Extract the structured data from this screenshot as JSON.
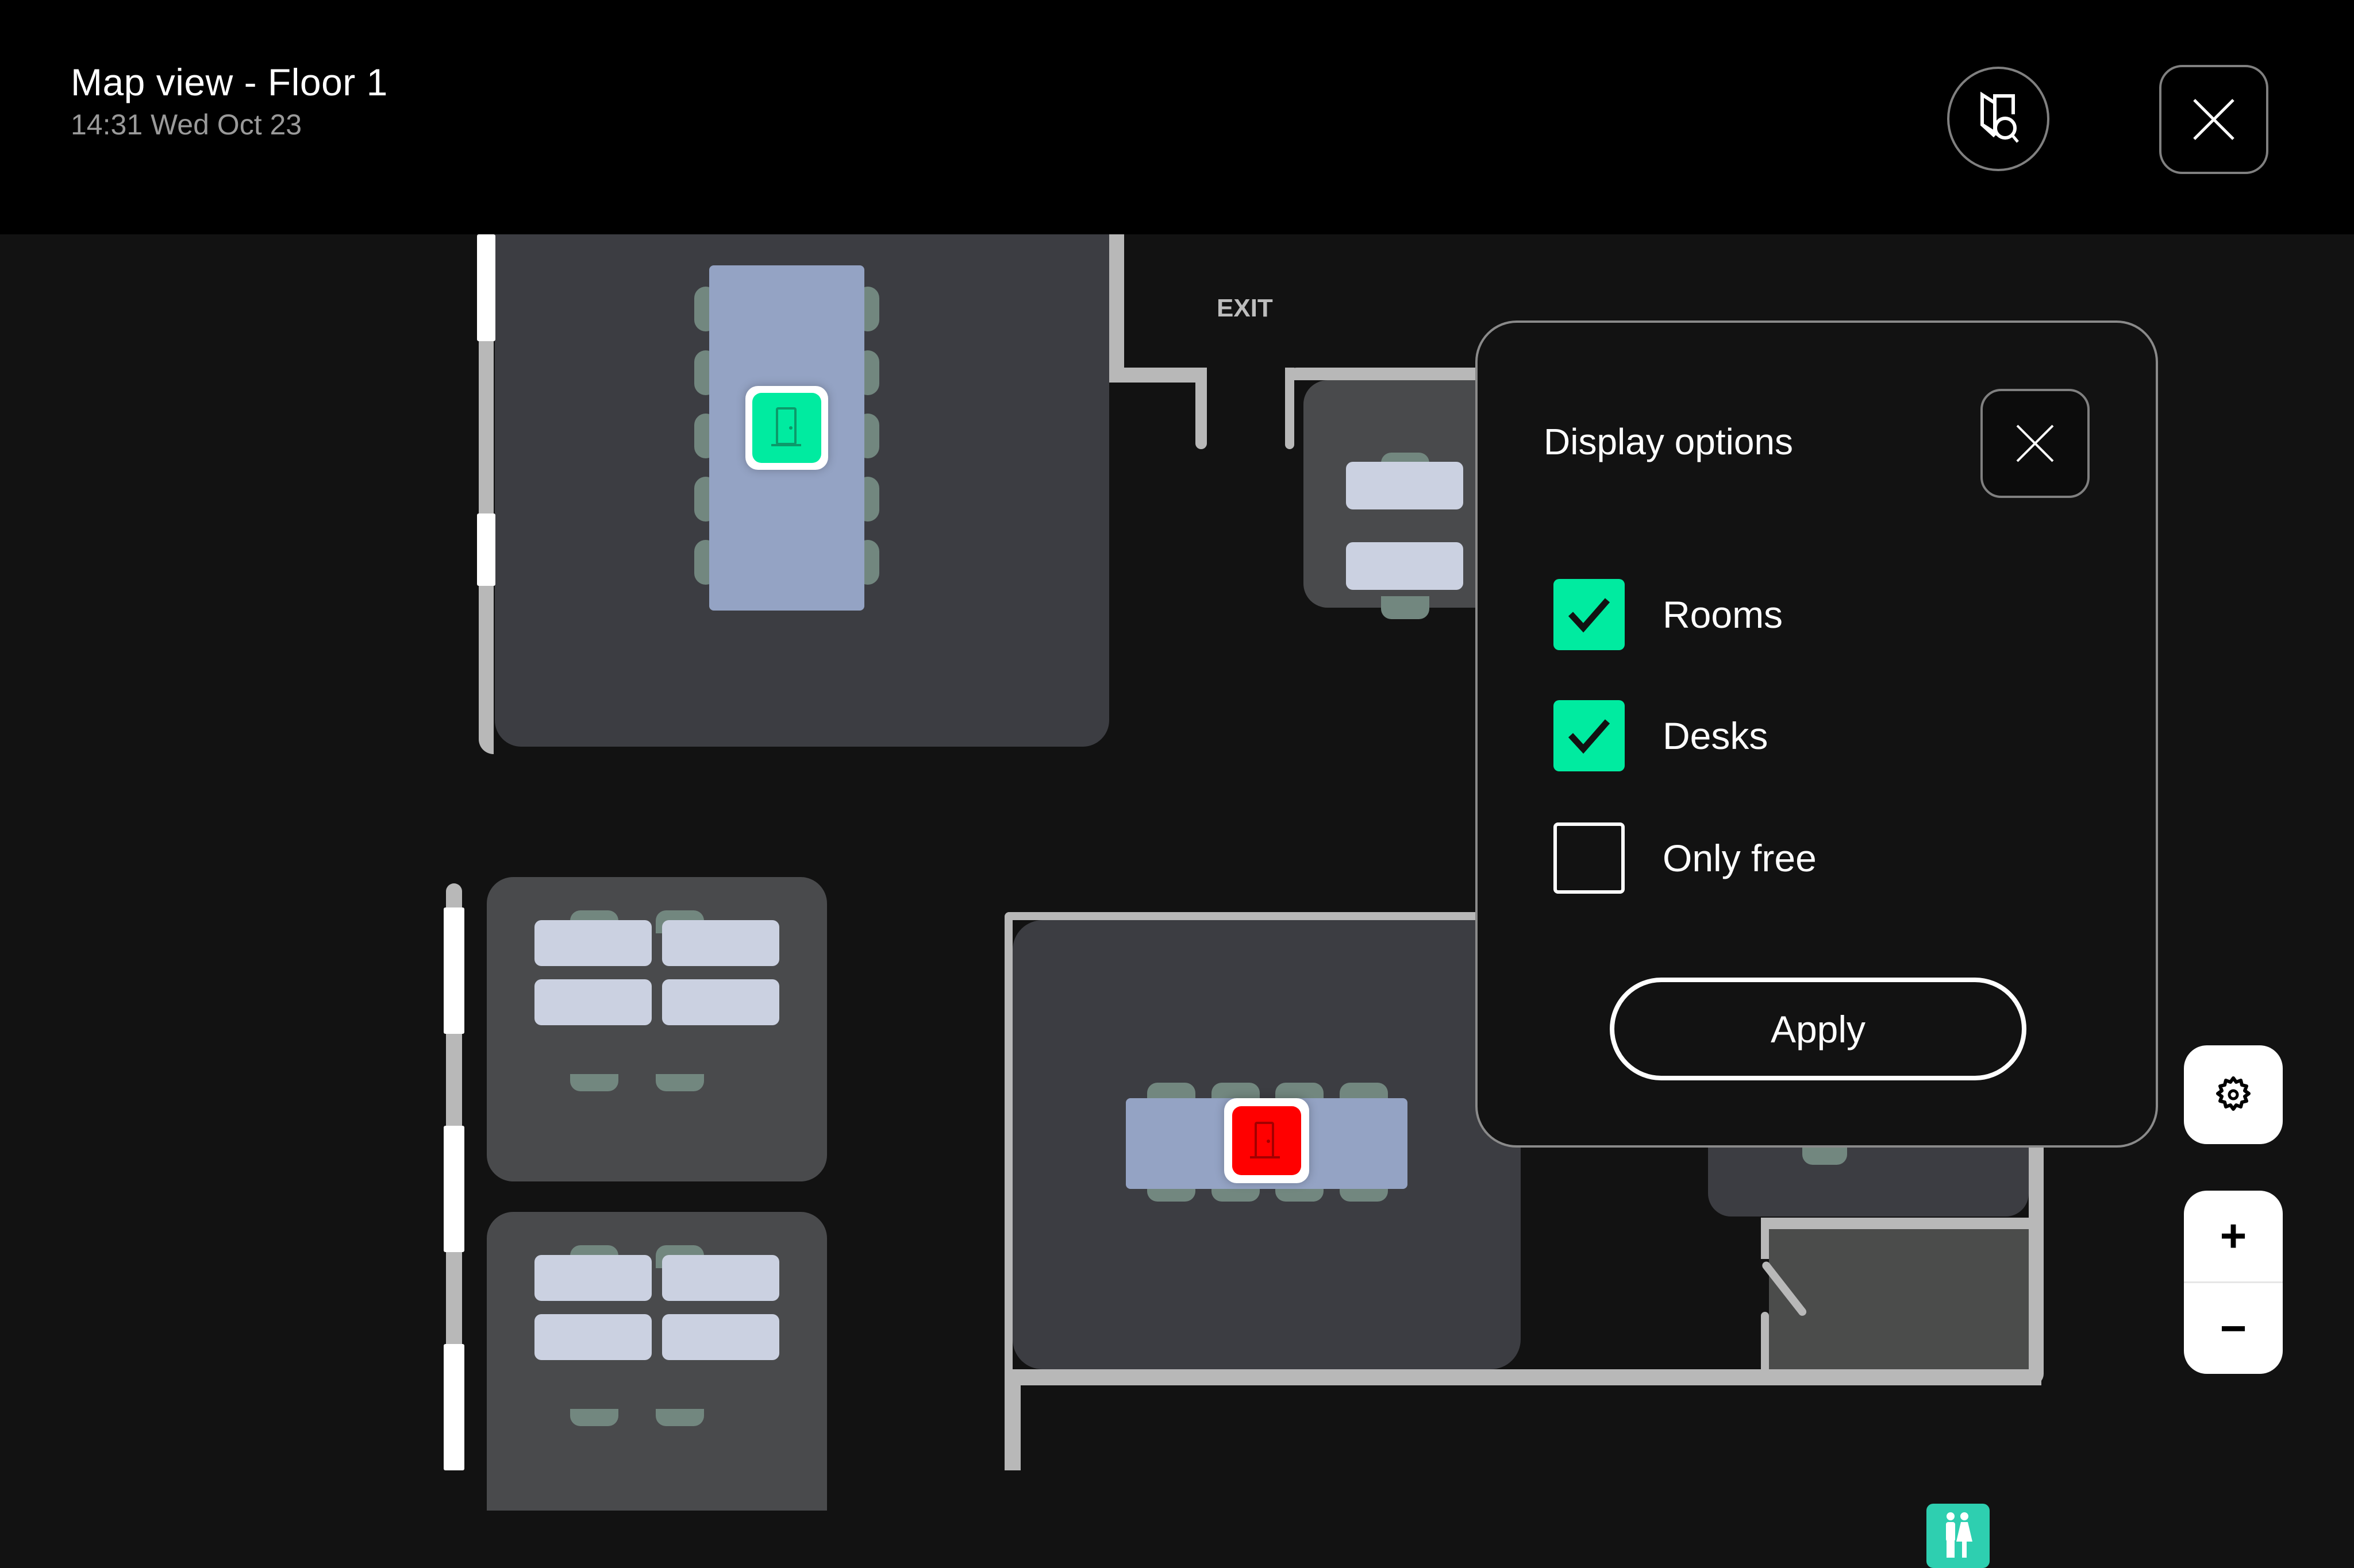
{
  "header": {
    "title": "Map view - Floor 1",
    "subtitle": "14:31 Wed Oct 23",
    "floor_search_icon": "door-search-icon",
    "close_icon": "close-icon"
  },
  "map": {
    "exit_label": "EXIT",
    "rooms": [
      {
        "name": "meeting-room-top",
        "status": "free",
        "status_color": "#00eba0",
        "icon": "door-icon"
      },
      {
        "name": "meeting-room-bottom",
        "status": "busy",
        "status_color": "#ff0000",
        "icon": "door-icon"
      }
    ],
    "restroom_icon": "restroom-icon",
    "colors": {
      "background": "#121212",
      "room_fill": "#3c3d42",
      "desk_area_fill": "#494a4c",
      "wall": "#b8b8b8",
      "window": "#ffffff",
      "table": "#94a3c4",
      "desk": "#cbd1e1",
      "chair": "#72877f",
      "restroom": "#2ecfb0"
    }
  },
  "panel": {
    "title": "Display options",
    "close_icon": "close-icon",
    "options": [
      {
        "label": "Rooms",
        "checked": true
      },
      {
        "label": "Desks",
        "checked": true
      },
      {
        "label": "Only free",
        "checked": false
      }
    ],
    "apply_label": "Apply",
    "accent": "#00eba0"
  },
  "controls": {
    "settings_icon": "gear-icon",
    "zoom_in": "+",
    "zoom_out": "−"
  }
}
